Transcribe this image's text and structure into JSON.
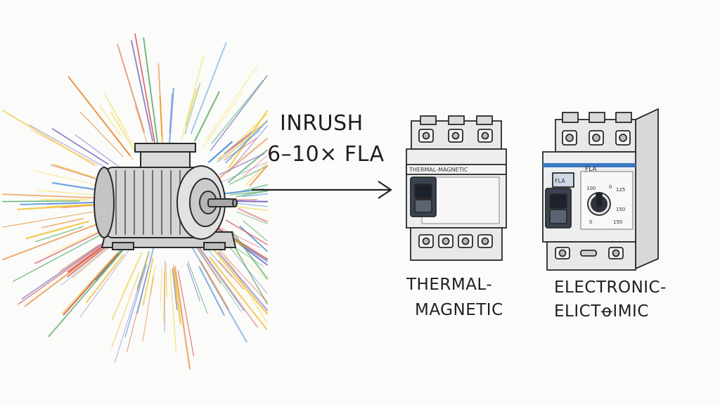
{
  "colors": {
    "ink": "#2a2a2a",
    "spark_palette": [
      "#f2c12e",
      "#e8862a",
      "#d9534f",
      "#7a6cc9",
      "#4a90d9",
      "#5bb06a",
      "#f5e26b"
    ],
    "breaker_body": "#eceeef",
    "switch": "#2c3440",
    "display_accent": "#3a78c2"
  },
  "icons": {
    "motor": "electric-motor-icon",
    "arrow": "arrow-right-icon",
    "breaker_1": "thermal-magnetic-breaker-icon",
    "breaker_2": "electronic-breaker-icon"
  },
  "inrush": {
    "line1": "INRUSH",
    "line2": "6–10× FLA"
  },
  "breakers": {
    "thermal_magnetic": {
      "panel_text": "THERMAL-MAGNETIC",
      "label_line1": "THERMAL-",
      "label_line2": "MAGNETIC"
    },
    "electronic": {
      "panel_text": "FLA",
      "display_text": "FLA",
      "dial_values": [
        "100",
        "0",
        "125",
        "150",
        "0",
        "150"
      ],
      "label_line1": "ELECTRONIC-",
      "label_line2": "ELICTꝋIMIC"
    }
  }
}
